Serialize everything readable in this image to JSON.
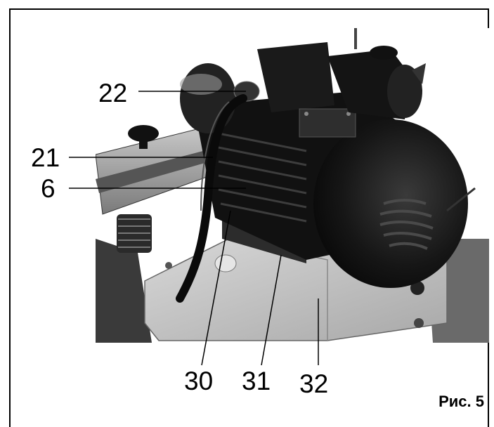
{
  "figure": {
    "caption": "Рис. 5",
    "callouts": {
      "c22": "22",
      "c21": "21",
      "c6": "6",
      "c30": "30",
      "c31": "31",
      "c32": "32"
    }
  }
}
